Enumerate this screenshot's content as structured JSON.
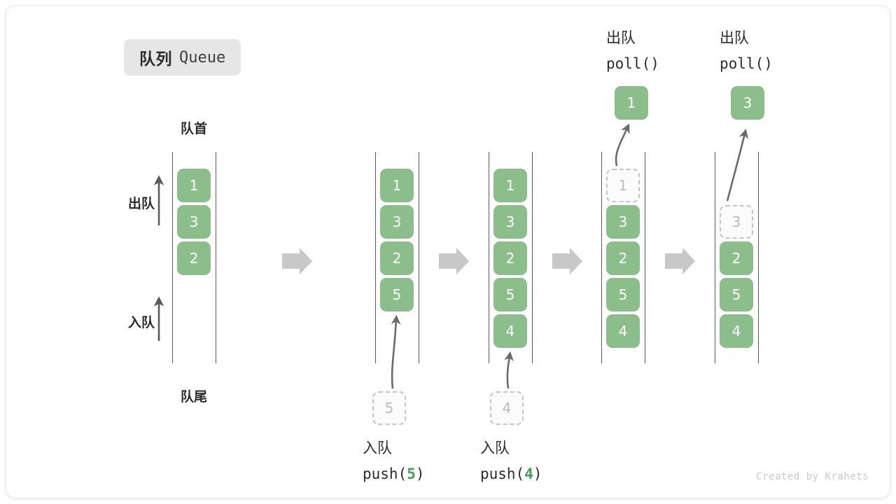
{
  "title": {
    "cn": "队列",
    "en": "Queue"
  },
  "labels": {
    "head": "队首",
    "tail": "队尾",
    "dequeue_side": "出队",
    "enqueue_side": "入队"
  },
  "colors": {
    "cell_fill": "#8cbe8c",
    "cell_text": "#ffffff",
    "ghost_border": "#c4c4c4",
    "ghost_text": "#bdbdbd",
    "rail": "#5a5a5a",
    "separator_arrow": "#c8c8c8",
    "accent_number": "#4a9a55",
    "badge_bg": "#e6e6e6",
    "card_bg": "#ffffff"
  },
  "columns": [
    {
      "id": "initial",
      "cells": [
        "1",
        "3",
        "2"
      ],
      "ghost": null
    },
    {
      "id": "after-push-5",
      "cells": [
        "1",
        "3",
        "2",
        "5"
      ],
      "ghost": null
    },
    {
      "id": "after-push-4",
      "cells": [
        "1",
        "3",
        "2",
        "5",
        "4"
      ],
      "ghost": null
    },
    {
      "id": "after-poll-1",
      "ghost": "1",
      "cells": [
        "3",
        "2",
        "5",
        "4"
      ]
    },
    {
      "id": "after-poll-3",
      "ghost": "3",
      "cells": [
        "2",
        "5",
        "4"
      ]
    }
  ],
  "operations": {
    "push_5": {
      "ghost_value": "5",
      "caption_cn": "入队",
      "caption_code_prefix": "push(",
      "caption_code_num": "5",
      "caption_code_suffix": ")"
    },
    "push_4": {
      "ghost_value": "4",
      "caption_cn": "入队",
      "caption_code_prefix": "push(",
      "caption_code_num": "4",
      "caption_code_suffix": ")"
    },
    "poll_1": {
      "caption_cn": "出队",
      "caption_code": "poll()",
      "popped_value": "1"
    },
    "poll_3": {
      "caption_cn": "出队",
      "caption_code": "poll()",
      "popped_value": "3"
    }
  },
  "credit": "Created by Krahets"
}
